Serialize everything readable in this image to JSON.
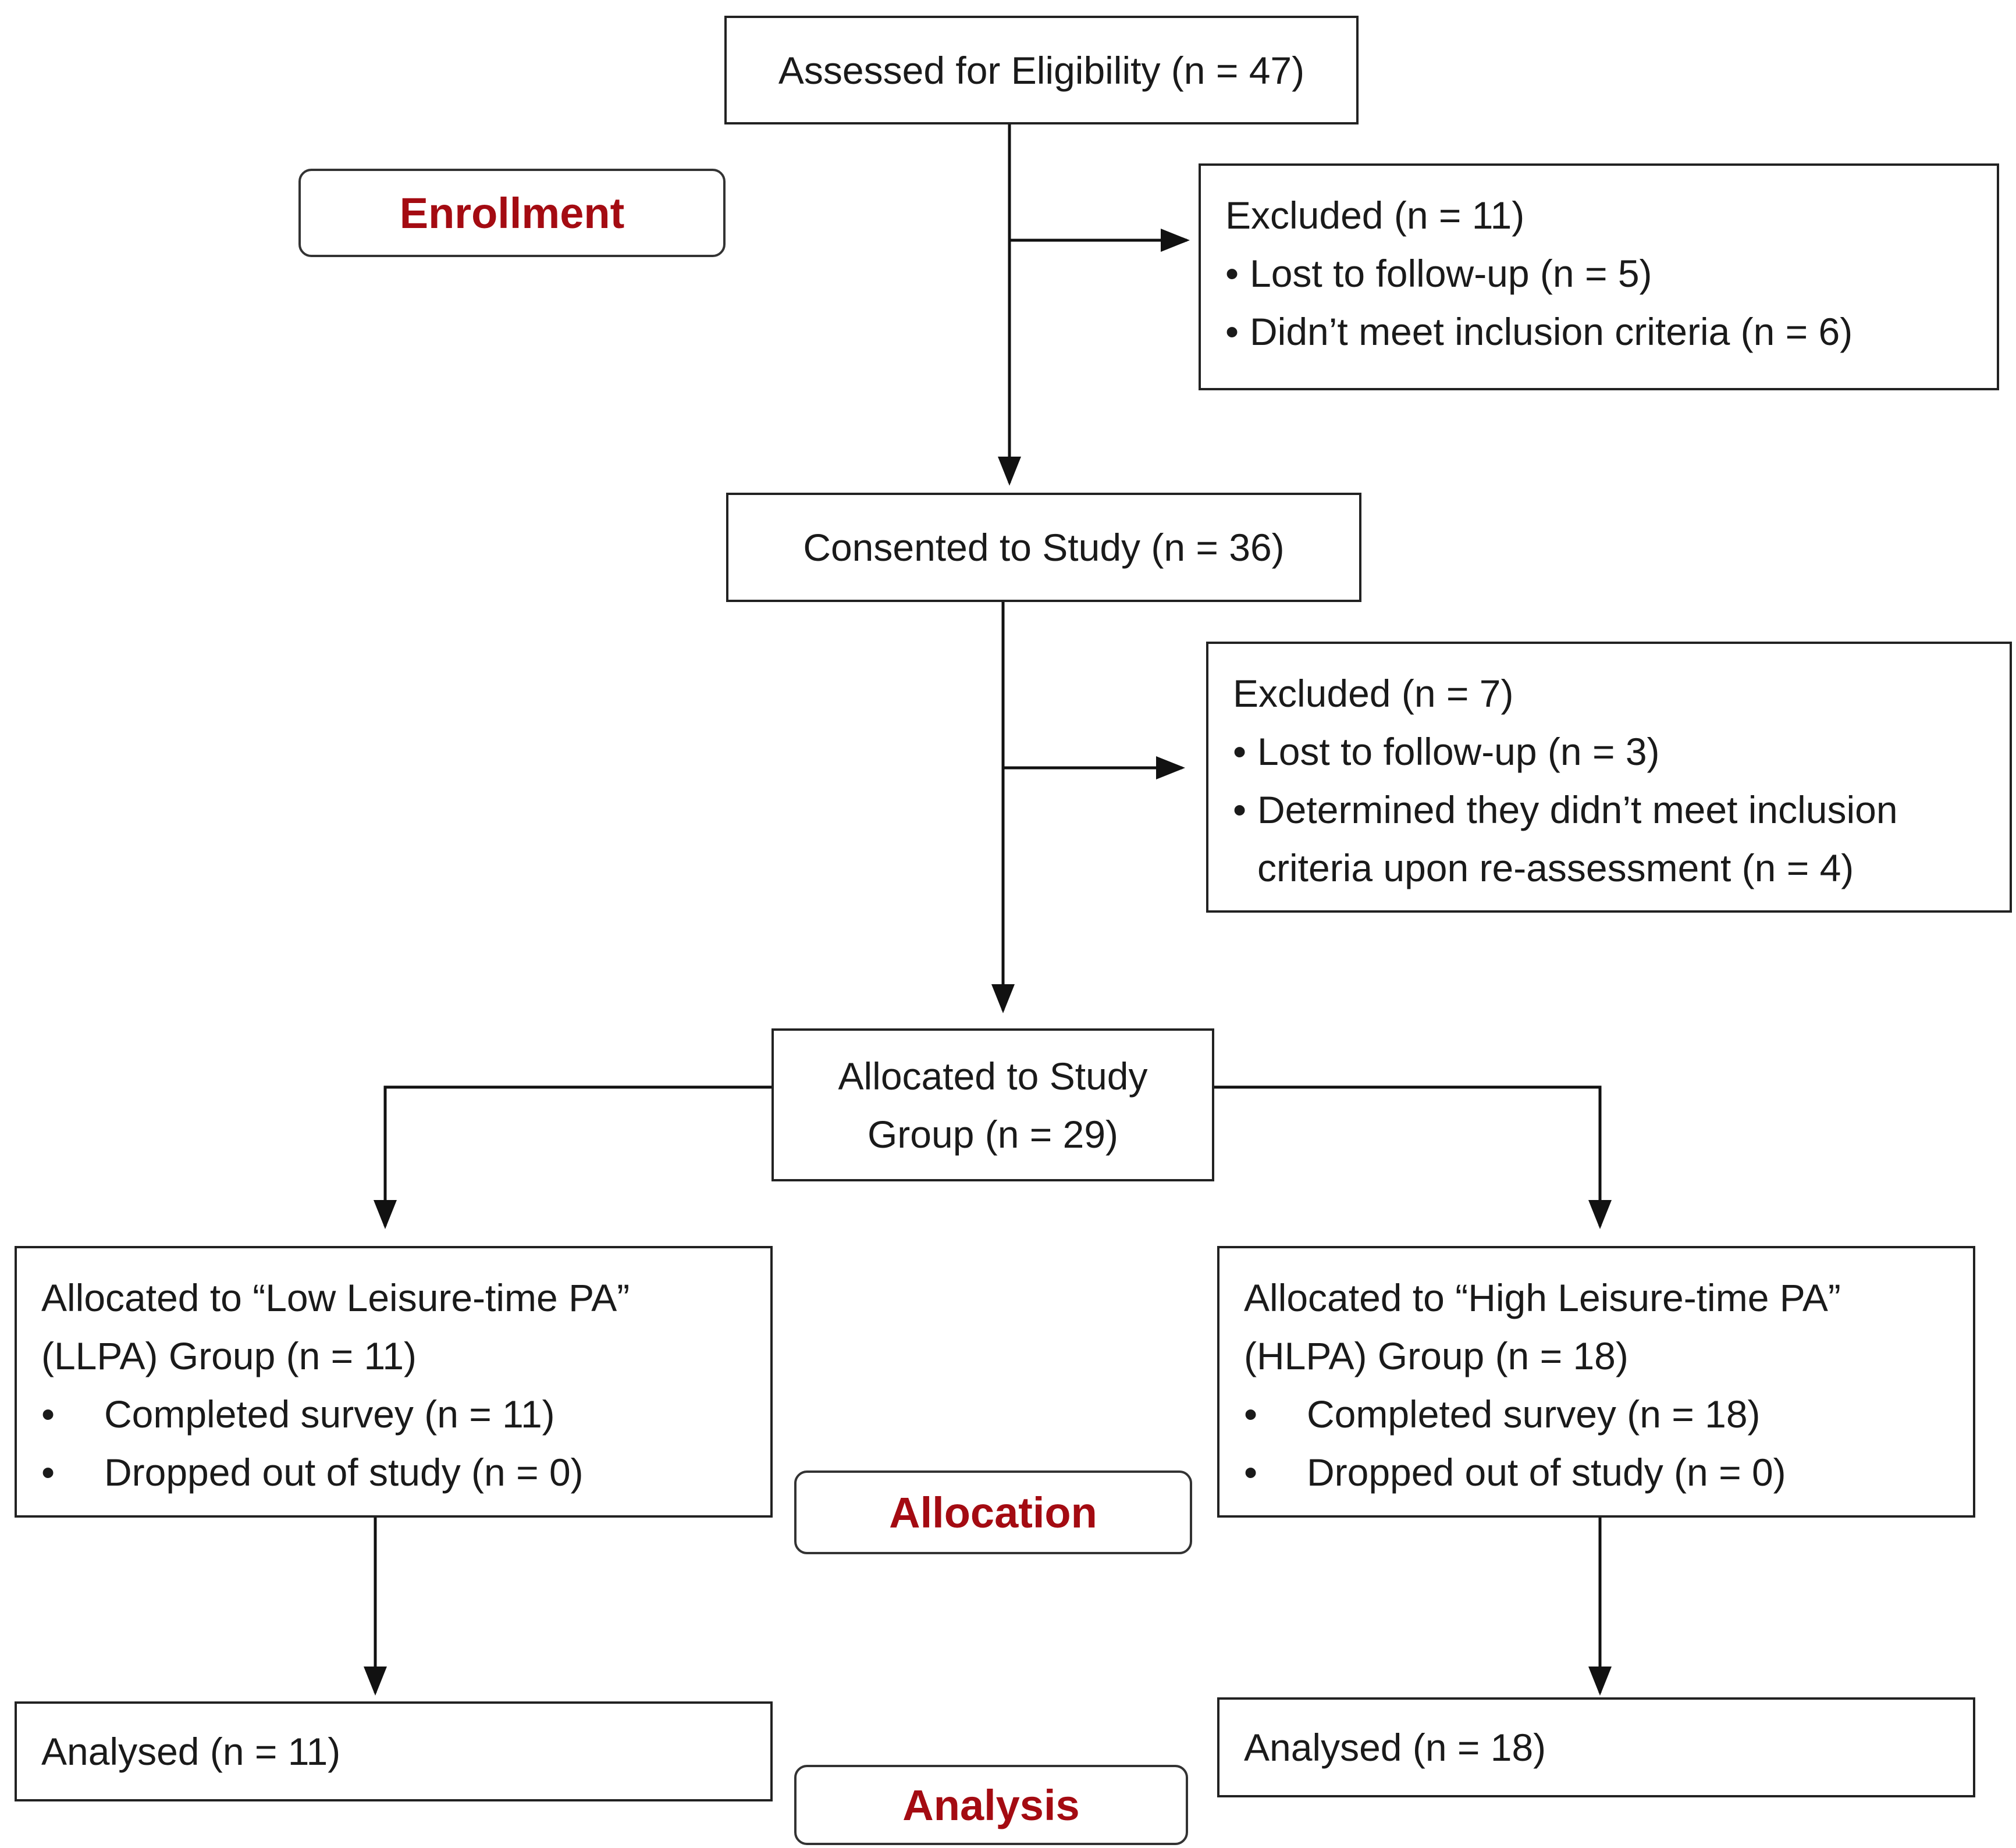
{
  "stages": {
    "enrollment": "Enrollment",
    "allocation": "Allocation",
    "analysis": "Analysis"
  },
  "assessed": "Assessed for Eligibility (n = 47)",
  "excluded1": {
    "title": "Excluded (n = 11)",
    "items": [
      "Lost to follow-up (n = 5)",
      "Didn’t meet inclusion criteria (n = 6)"
    ]
  },
  "consented": "Consented to Study (n = 36)",
  "excluded2": {
    "title": "Excluded (n = 7)",
    "items": [
      "Lost to follow-up (n = 3)",
      "Determined they didn’t meet inclusion",
      "criteria upon re-assessment (n = 4)"
    ]
  },
  "allocated": {
    "line1": "Allocated to Study",
    "line2": "Group (n = 29)"
  },
  "llpa": {
    "line1": "Allocated to “Low Leisure-time PA”",
    "line2": "(LLPA) Group (n = 11)",
    "items": [
      "Completed survey (n = 11)",
      "Dropped out of study (n = 0)"
    ]
  },
  "hlpa": {
    "line1": "Allocated to “High Leisure-time PA”",
    "line2": "(HLPA) Group (n = 18)",
    "items": [
      "Completed survey (n = 18)",
      "Dropped out of study (n = 0)"
    ]
  },
  "analysed_llpa": "Analysed (n = 11)",
  "analysed_hlpa": "Analysed (n = 18)",
  "bullet_glyph": "•"
}
